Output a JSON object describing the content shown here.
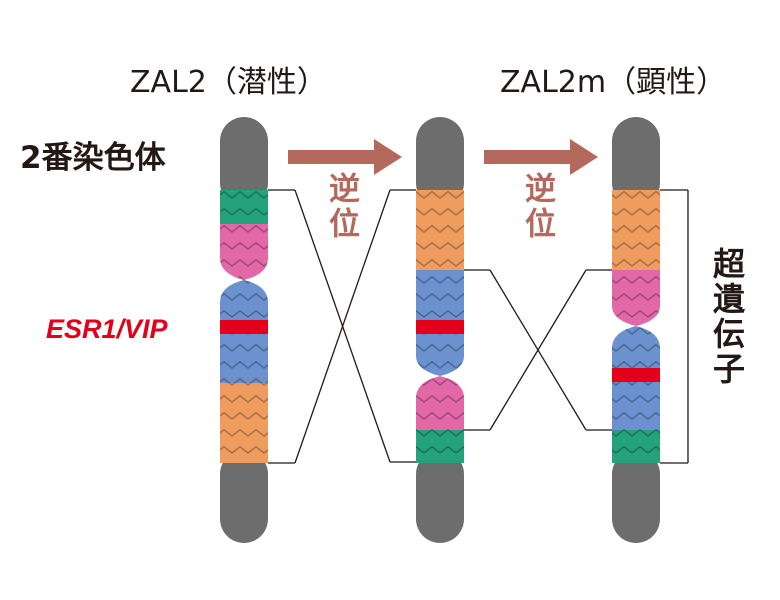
{
  "titles": {
    "left": "ZAL2（潜性）",
    "right": "ZAL2m（顕性）"
  },
  "labels": {
    "chromosome2": "2番染色体",
    "gene": "ESR1/VIP",
    "inversion_1": "逆位",
    "inversion_2": "逆位",
    "supergene": "超遺伝子"
  },
  "colors": {
    "chromosome_gray": "#6d6d6d",
    "green": "#24a37a",
    "pink": "#e368a8",
    "blue": "#6b92cf",
    "orange": "#ef9c5f",
    "gene_marker": "#e3001b",
    "arrow": "#b5685c",
    "gene_label": "#e3001b",
    "inversion_label": "#b5685c"
  }
}
